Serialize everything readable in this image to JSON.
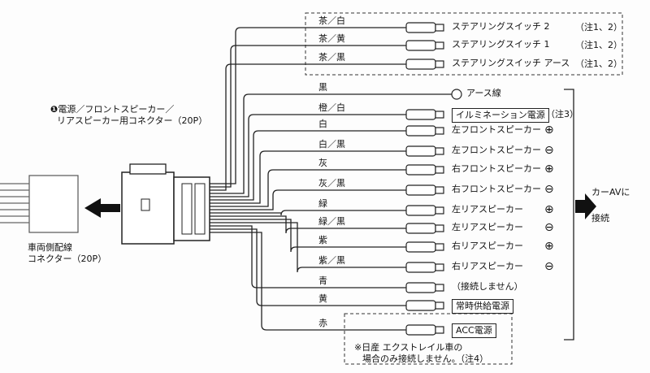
{
  "connector": {
    "number": "❶",
    "title_line1": "電源／フロントスピーカー／",
    "title_line2": "リアスピーカー用コネクター（20P）"
  },
  "vehicle_connector": {
    "line1": "車両側配線",
    "line2": "コネクター（20P）"
  },
  "wires": [
    {
      "color": "茶／白",
      "label": "ステアリングスイッチ 2",
      "note": "（注1、2）"
    },
    {
      "color": "茶／黄",
      "label": "ステアリングスイッチ 1",
      "note": "（注1、2）"
    },
    {
      "color": "茶／黒",
      "label": "ステアリングスイッチ アース",
      "note": "（注1、2）"
    },
    {
      "color": "黒",
      "label": "アース線",
      "note": ""
    },
    {
      "color": "橙／白",
      "label": "イルミネーション電源",
      "note": "（注3）"
    },
    {
      "color": "白",
      "label": "左フロントスピーカー",
      "polarity": "⊕"
    },
    {
      "color": "白／黒",
      "label": "左フロントスピーカー",
      "polarity": "⊖"
    },
    {
      "color": "灰",
      "label": "右フロントスピーカー",
      "polarity": "⊕"
    },
    {
      "color": "灰／黒",
      "label": "右フロントスピーカー",
      "polarity": "⊖"
    },
    {
      "color": "緑",
      "label": "左リアスピーカー",
      "polarity": "⊕"
    },
    {
      "color": "緑／黒",
      "label": "左リアスピーカー",
      "polarity": "⊖"
    },
    {
      "color": "紫",
      "label": "右リアスピーカー",
      "polarity": "⊕"
    },
    {
      "color": "紫／黒",
      "label": "右リアスピーカー",
      "polarity": "⊖"
    },
    {
      "color": "青",
      "label": "（接続しません）",
      "note": ""
    },
    {
      "color": "黄",
      "label": "常時供給電源",
      "note": ""
    },
    {
      "color": "赤",
      "label": "ACC電源",
      "note": ""
    }
  ],
  "car_av": {
    "line1": "カーAVに",
    "line2": "接続"
  },
  "nissan_note": {
    "line1": "※日産 エクストレイル車の",
    "line2": "場合のみ接続しません。（注4）"
  }
}
